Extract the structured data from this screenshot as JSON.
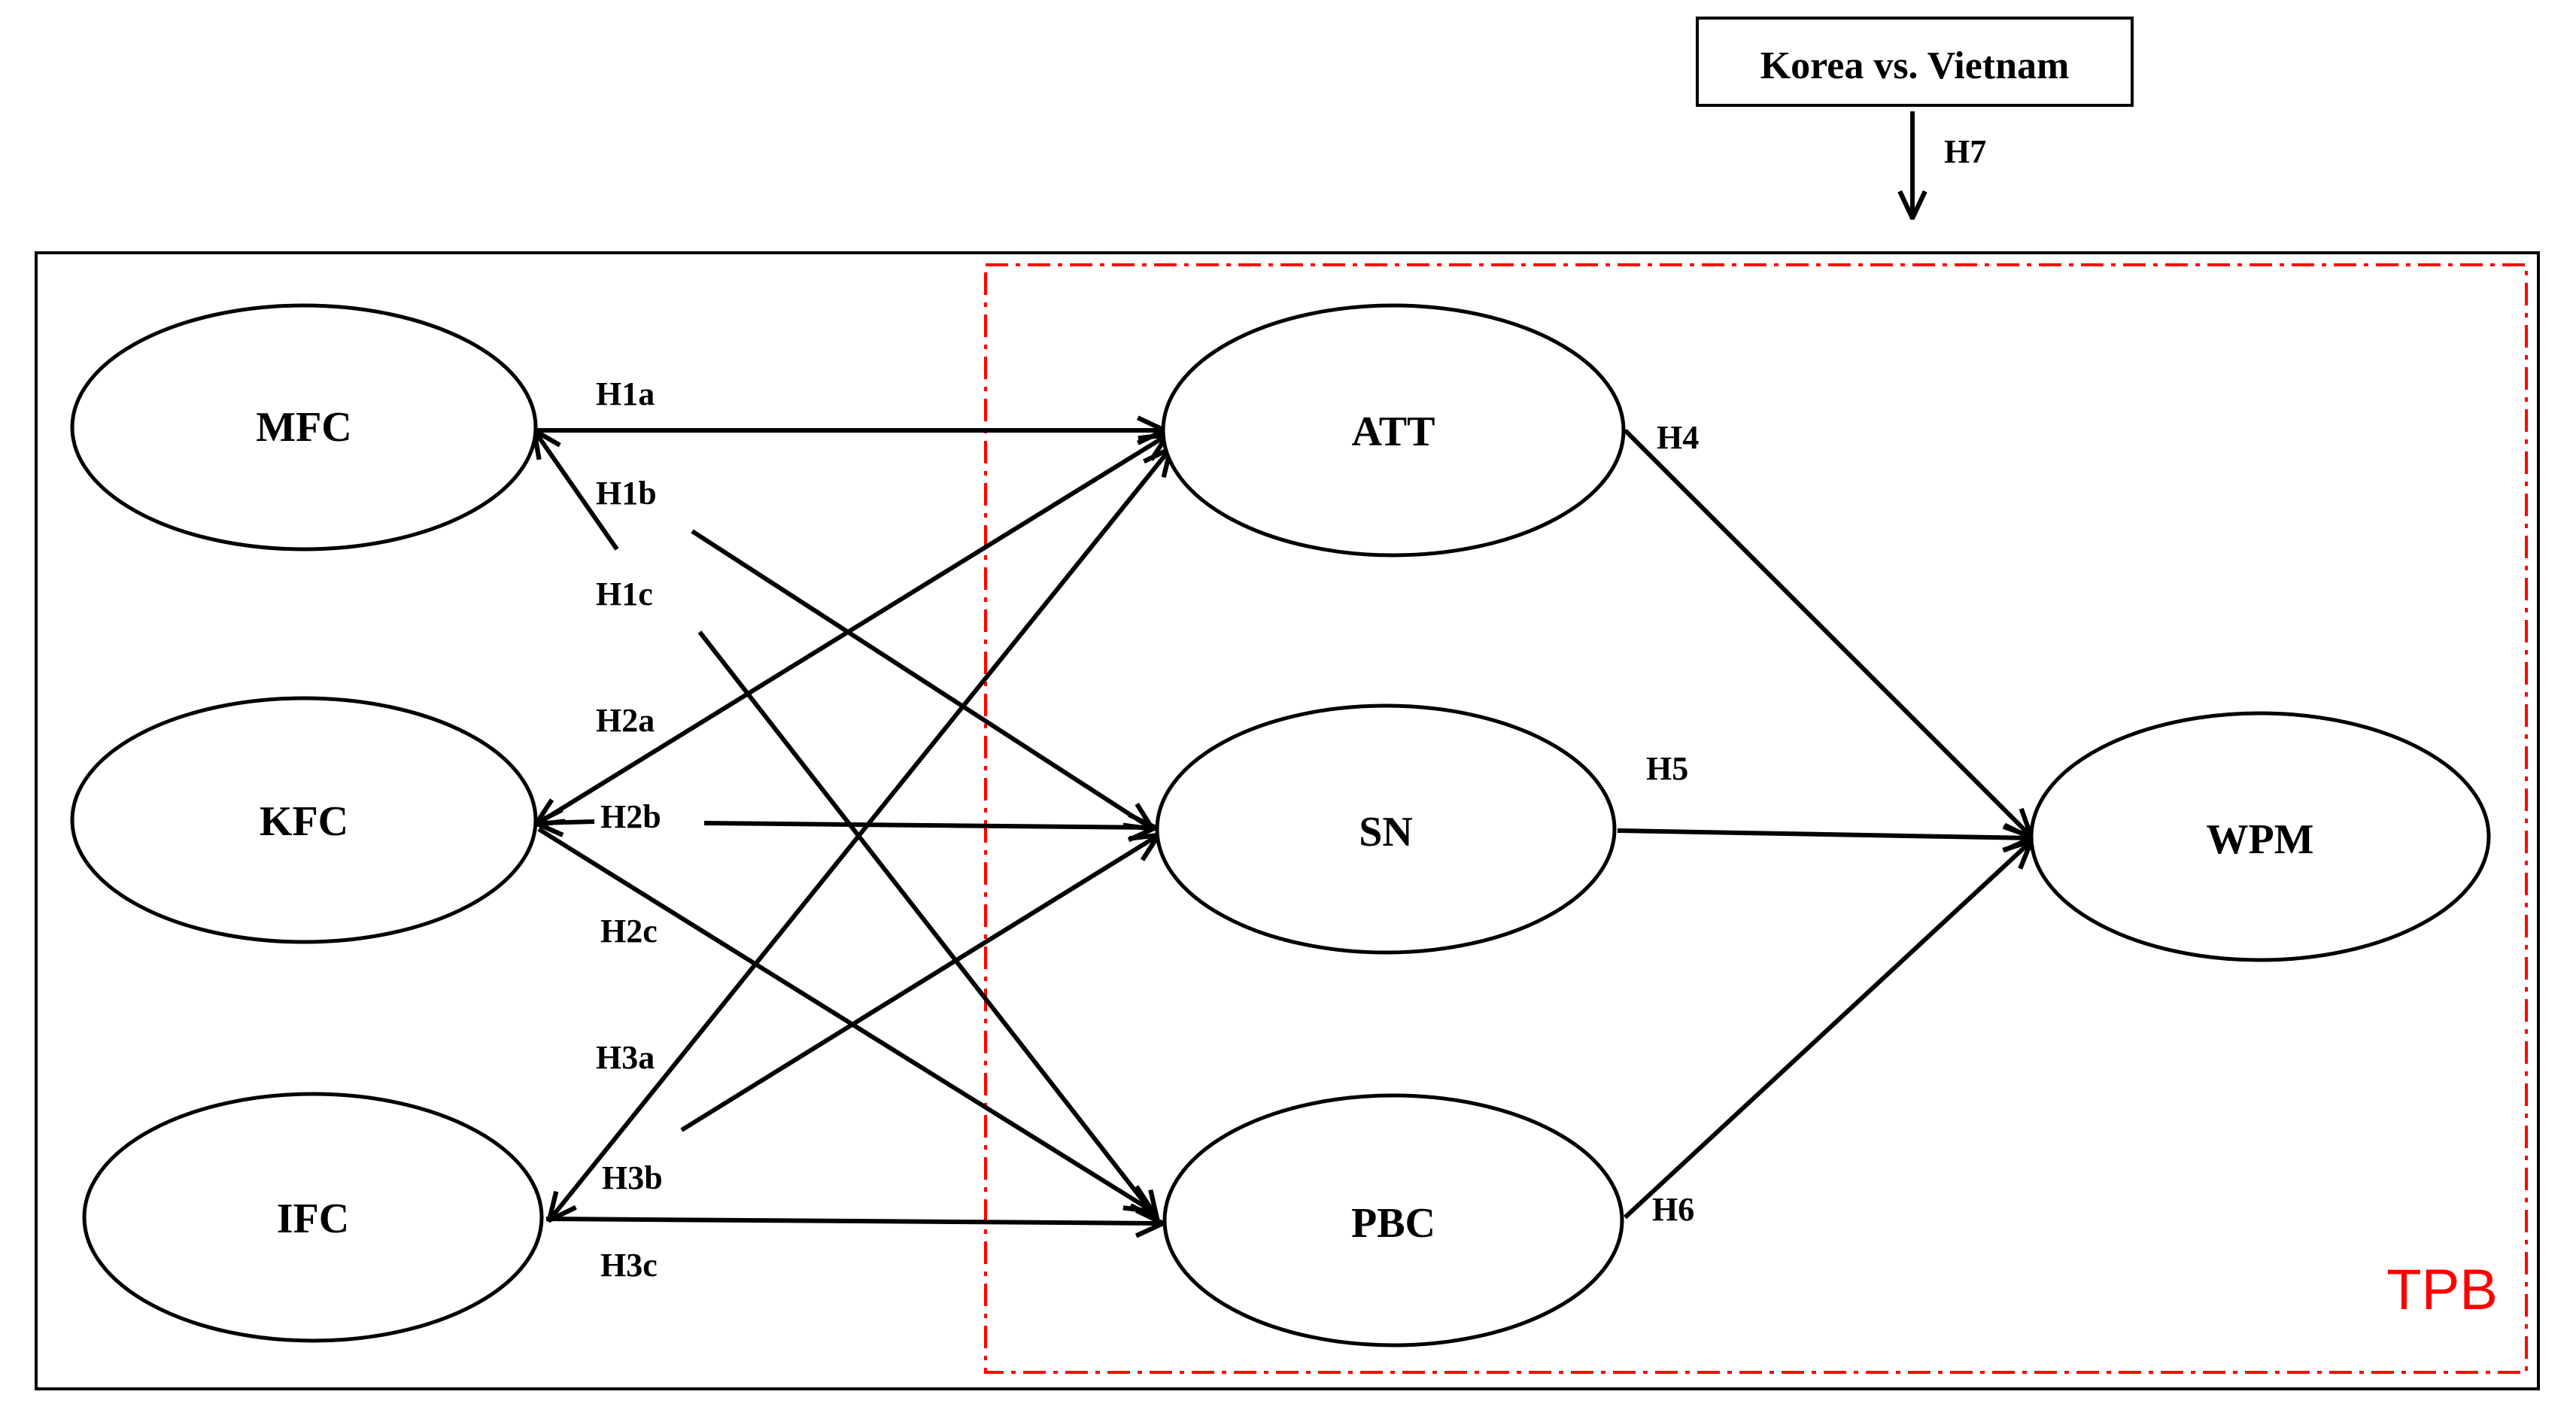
{
  "diagram": {
    "moderator": {
      "label": "Korea vs. Vietnam",
      "hypothesis": "H7"
    },
    "group": {
      "label": "TPB",
      "color": "#ff0000"
    },
    "nodes": {
      "mfc": "MFC",
      "kfc": "KFC",
      "ifc": "IFC",
      "att": "ATT",
      "sn": "SN",
      "pbc": "PBC",
      "wpm": "WPM"
    },
    "hypotheses": {
      "h1a": "H1a",
      "h1b": "H1b",
      "h1c": "H1c",
      "h2a": "H2a",
      "h2b": "H2b",
      "h2c": "H2c",
      "h3a": "H3a",
      "h3b": "H3b",
      "h3c": "H3c",
      "h4": "H4",
      "h5": "H5",
      "h6": "H6"
    }
  }
}
